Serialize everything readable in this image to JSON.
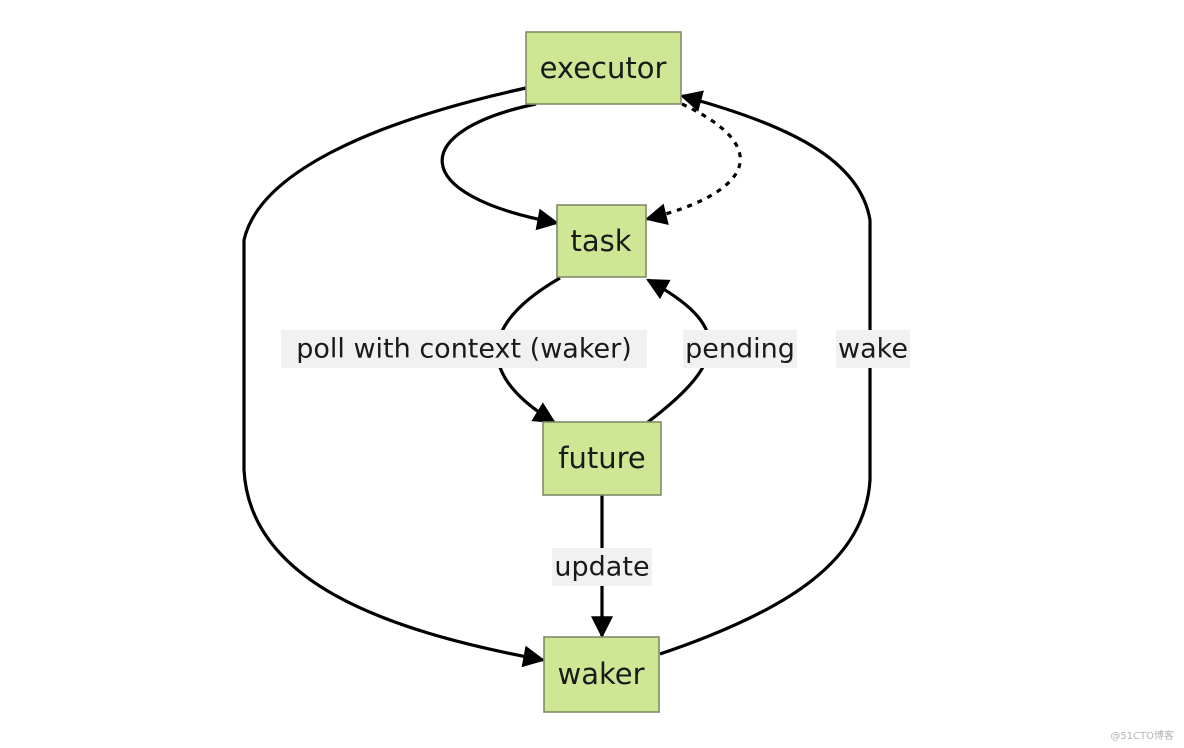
{
  "diagram": {
    "nodes": {
      "executor": "executor",
      "task": "task",
      "future": "future",
      "waker": "waker"
    },
    "edge_labels": {
      "poll": "poll with context (waker)",
      "pending": "pending",
      "wake": "wake",
      "update": "update"
    },
    "colors": {
      "node_fill": "#cfe795",
      "node_border": "#7f8b68",
      "edge": "#000000",
      "label_background": "#f1f1f1"
    }
  },
  "watermark": "@51CTO博客"
}
